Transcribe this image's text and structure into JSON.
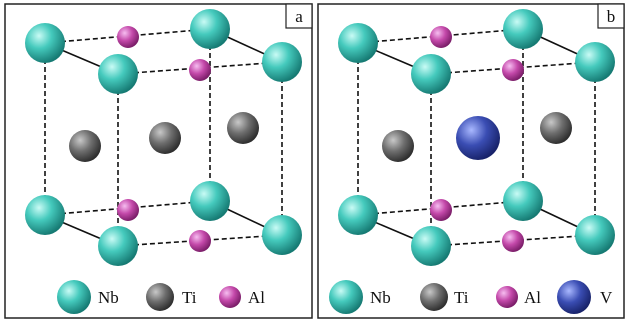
{
  "panels": [
    {
      "label": "a",
      "legend": [
        {
          "symbol": "Nb",
          "color": "#39c0b6"
        },
        {
          "symbol": "Ti",
          "color": "#666666"
        },
        {
          "symbol": "Al",
          "color": "#c24aa8"
        }
      ]
    },
    {
      "label": "b",
      "legend": [
        {
          "symbol": "Nb",
          "color": "#39c0b6"
        },
        {
          "symbol": "Ti",
          "color": "#666666"
        },
        {
          "symbol": "Al",
          "color": "#c24aa8"
        },
        {
          "symbol": "V",
          "color": "#3346a6"
        }
      ]
    }
  ],
  "colors": {
    "Nb": "#39c0b6",
    "Ti": "#666666",
    "Al": "#c24aa8",
    "V": "#3346a6",
    "frame": "#222222"
  }
}
